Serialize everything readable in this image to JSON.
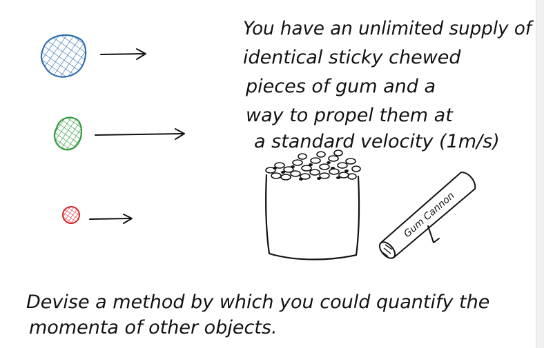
{
  "prompt_lines": [
    "You have an unlimited supply of",
    "identical sticky chewed",
    "pieces of gum and a",
    "way to propel them at",
    "a standard velocity (1m/s)"
  ],
  "cannon_label": "Gum Cannon",
  "question_lines": [
    "Devise a method by which you could quantify the",
    "momenta of other objects."
  ],
  "colors": {
    "blue_ball": "#2f6fb0",
    "green_ball": "#2f9a3a",
    "red_ball": "#d0282b",
    "ink": "#111111"
  }
}
